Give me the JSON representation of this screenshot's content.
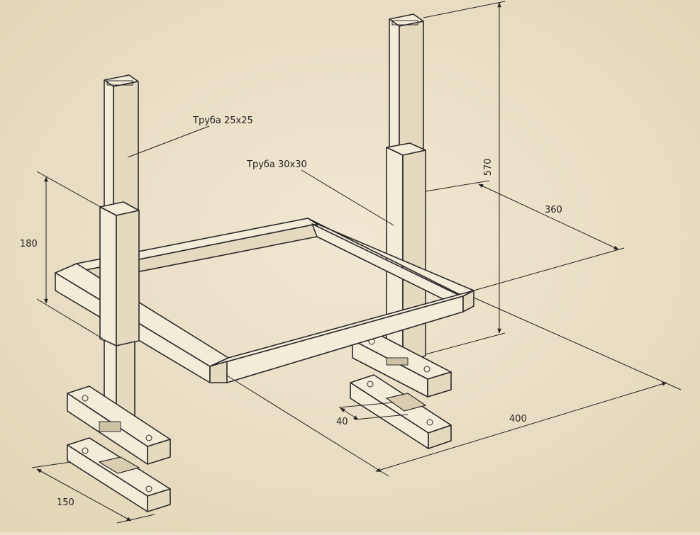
{
  "labels": {
    "tube_small": "Труба 25х25",
    "tube_large": "Труба 30х30"
  },
  "dimensions": {
    "height_total": "570",
    "depth": "360",
    "post_height": "180",
    "width": "400",
    "foot_gap": "40",
    "foot_length": "150"
  },
  "colors": {
    "paper": "#ece2cb",
    "line": "#2a2a2a",
    "beam_face": "#f3ecd9"
  }
}
